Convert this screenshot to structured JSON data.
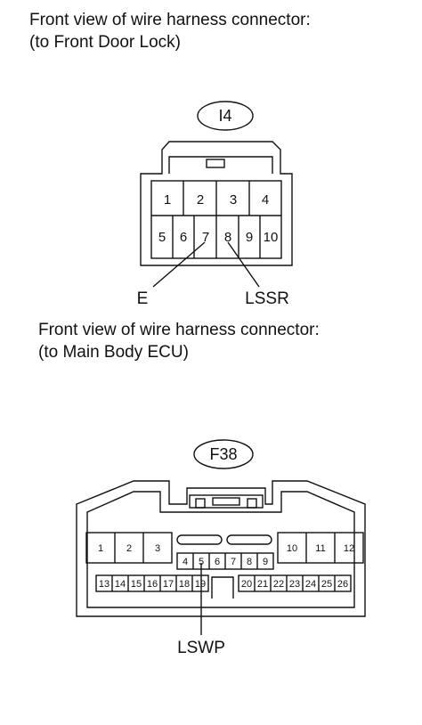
{
  "connector_i4": {
    "caption_line1": "Front view of wire harness connector:",
    "caption_line2": "(to Front Door Lock)",
    "tag": "I4",
    "pins_top": [
      "1",
      "2",
      "3",
      "4"
    ],
    "pins_bottom": [
      "5",
      "6",
      "7",
      "8",
      "9",
      "10"
    ],
    "label_e": "E",
    "label_lssr": "LSSR"
  },
  "connector_f38": {
    "caption_line1": "Front view of wire harness connector:",
    "caption_line2": "(to Main Body ECU)",
    "tag": "F38",
    "pins_left": [
      "1",
      "2",
      "3"
    ],
    "pins_middle": [
      "4",
      "5",
      "6",
      "7",
      "8",
      "9"
    ],
    "pins_right": [
      "10",
      "11",
      "12"
    ],
    "pins_bottom_left": [
      "13",
      "14",
      "15",
      "16",
      "17",
      "18",
      "19"
    ],
    "pins_bottom_right": [
      "20",
      "21",
      "22",
      "23",
      "24",
      "25",
      "26"
    ],
    "label_lswp": "LSWP"
  }
}
